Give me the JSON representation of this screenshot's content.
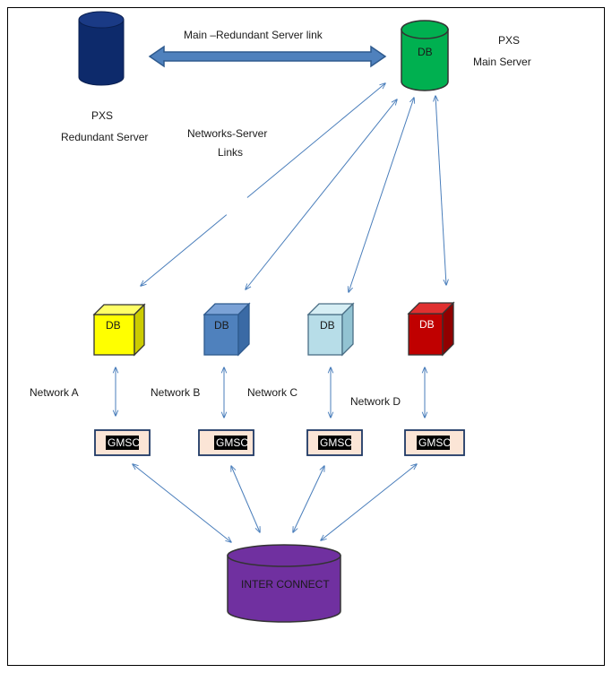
{
  "servers": {
    "redundant": {
      "title": "PXS",
      "subtitle": "Redundant Server"
    },
    "main": {
      "title": "PXS",
      "subtitle": "Main Server",
      "db_label": "DB"
    }
  },
  "links": {
    "main_redundant": "Main –Redundant Server link",
    "networks_server_line1": "Networks-Server",
    "networks_server_line2": "Links"
  },
  "networks": [
    {
      "label": "Network  A",
      "db_label": "DB",
      "gmsc_label": "GMSC",
      "color": "#ffff00"
    },
    {
      "label": "Network  B",
      "db_label": "DB",
      "gmsc_label": "GMSC",
      "color": "#4f81bd"
    },
    {
      "label": "Network  C",
      "db_label": "DB",
      "gmsc_label": "GMSC",
      "color": "#b7dde8"
    },
    {
      "label": "Network  D",
      "db_label": "DB",
      "gmsc_label": "GMSC",
      "color": "#c00000"
    }
  ],
  "interconnect": {
    "label": "INTER CONNECT",
    "color": "#7030a0"
  },
  "colors": {
    "redundant_db": "#0d2a6b",
    "main_db": "#00b050",
    "arrow": "#4a7ebb",
    "gmsc_fill": "#fbe5d6"
  }
}
